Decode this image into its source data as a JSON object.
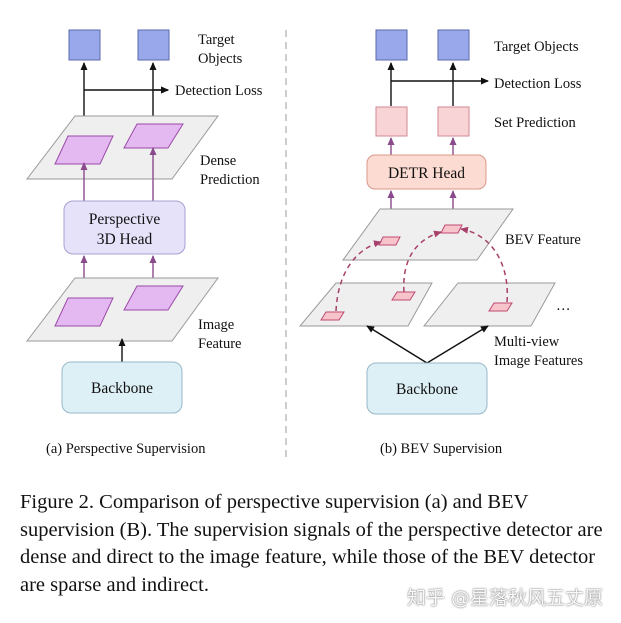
{
  "left_panel": {
    "target_objects": [
      "Target",
      "Objects"
    ],
    "detection_loss": "Detection Loss",
    "dense_prediction": [
      "Dense",
      "Prediction"
    ],
    "head": [
      "Perspective",
      "3D Head"
    ],
    "image_feature": [
      "Image",
      "Feature"
    ],
    "backbone": "Backbone",
    "subcaption": "(a) Perspective Supervision"
  },
  "right_panel": {
    "target_objects": "Target Objects",
    "detection_loss": "Detection Loss",
    "set_prediction": "Set Prediction",
    "head": "DETR Head",
    "bev_feature": "BEV Feature",
    "ellipsis": "…",
    "multiview": [
      "Multi-view",
      "Image Features"
    ],
    "backbone": "Backbone",
    "subcaption": "(b) BEV Supervision"
  },
  "caption": "Figure 2. Comparison of perspective supervision (a) and BEV supervision (B). The supervision signals of the perspective detector are dense and direct to the image feature, while those of the BEV detector are sparse and indirect.",
  "watermark": "知乎 @星落秋风五丈原",
  "colors": {
    "target_box": "#98a8ea",
    "dense_patch": "#e4b8f0",
    "head_left": "#e6e2fa",
    "backbone": "#ddf0f6",
    "set_pred": "#f8d4d6",
    "detr_head": "#fcdcd2",
    "plane": "#efefef",
    "purple_arrow": "#8a4a8c",
    "dashed_arrow": "#a8406c"
  }
}
